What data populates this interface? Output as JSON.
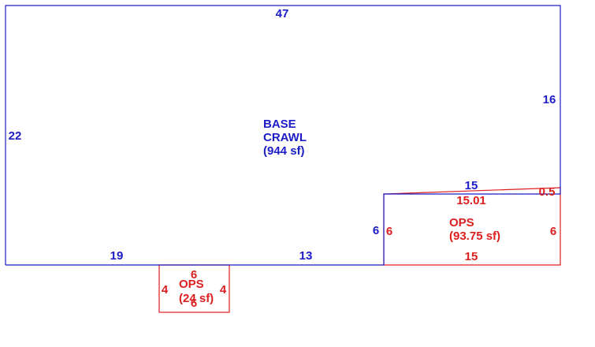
{
  "colors": {
    "base": "#1c1cc8",
    "ops": "#dc1e1e",
    "background": "#ffffff"
  },
  "base": {
    "name_line1": "BASE",
    "name_line2": "CRAWL",
    "area": "(944 sf)",
    "dims": {
      "top": "47",
      "left": "22",
      "right": "16",
      "bottom_left": "19",
      "bottom_right": "13",
      "step_vertical": "6",
      "step_horizontal": "15"
    }
  },
  "ops_right": {
    "name": "OPS",
    "area": "(93.75 sf)",
    "dims": {
      "top": "15.01",
      "top_right": "0.5",
      "left": "6",
      "right": "6",
      "bottom": "15"
    }
  },
  "ops_small": {
    "name": "OPS",
    "area": "(24 sf)",
    "dims": {
      "top": "6",
      "bottom": "6",
      "left": "4",
      "right": "4"
    }
  }
}
